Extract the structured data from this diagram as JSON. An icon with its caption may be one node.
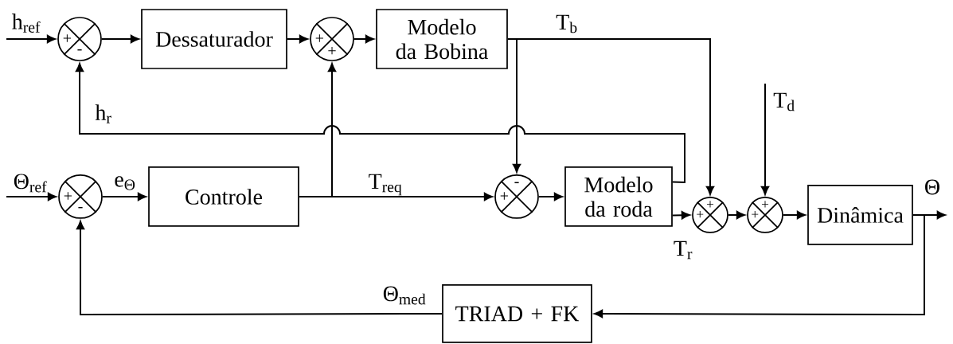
{
  "diagram": {
    "nodes": [
      {
        "text": [
          "+",
          "-"
        ]
      },
      {
        "text": [
          "Dessaturador"
        ]
      },
      {
        "text": [
          "+",
          "+"
        ]
      },
      {
        "text": [
          "Modelo da Bobina"
        ]
      },
      {
        "text": [
          "+",
          "-"
        ]
      },
      {
        "text": [
          "Controle"
        ]
      },
      {
        "text": [
          "-",
          "+"
        ]
      },
      {
        "text": [
          "Modelo da roda"
        ]
      },
      {
        "text": [
          "+",
          "+"
        ]
      },
      {
        "text": [
          "+",
          "+"
        ]
      },
      {
        "text": [
          "Dinâmica"
        ]
      },
      {
        "text": [
          "TRIAD + FK"
        ]
      }
    ],
    "edges": [
      {
        "from": null,
        "to": 0,
        "arrow": "to",
        "label": "h$_{ref}$"
      },
      {
        "from": 0,
        "to": 1,
        "arrow": "to"
      },
      {
        "from": 1,
        "to": 2,
        "arrow": "to"
      },
      {
        "from": 2,
        "to": 3,
        "arrow": "to"
      },
      {
        "from": 3,
        "to": 6,
        "arrow": "to"
      },
      {
        "from": 3,
        "to": 8,
        "arrow": "to",
        "label": "T$_{b}$"
      },
      {
        "from": null,
        "to": 4,
        "arrow": "to",
        "label": "Θ$_{ref}$"
      },
      {
        "from": 4,
        "to": 5,
        "arrow": "to",
        "label": "e$_{Θ}$"
      },
      {
        "from": 5,
        "to": 6,
        "arrow": "to",
        "label": "T$_{req}$"
      },
      {
        "from": 5,
        "to": 2,
        "arrow": "to"
      },
      {
        "from": 7,
        "to": 0,
        "arrow": "to",
        "label": "h$_{r}$"
      },
      {
        "from": 6,
        "to": 7,
        "arrow": "to"
      },
      {
        "from": 7,
        "to": 8,
        "arrow": "to",
        "label": "T$_{r}$"
      },
      {
        "from": null,
        "to": 9,
        "arrow": "to",
        "label": "T$_{d}$"
      },
      {
        "from": 8,
        "to": 9,
        "arrow": "to"
      },
      {
        "from": 9,
        "to": 10,
        "arrow": "to"
      },
      {
        "from": 10,
        "to": null,
        "arrow": "to",
        "label": "Θ"
      },
      {
        "from": 10,
        "to": 11,
        "arrow": "to"
      },
      {
        "from": 11,
        "to": 4,
        "arrow": "to",
        "label": "Θ$_{med}$"
      }
    ]
  }
}
